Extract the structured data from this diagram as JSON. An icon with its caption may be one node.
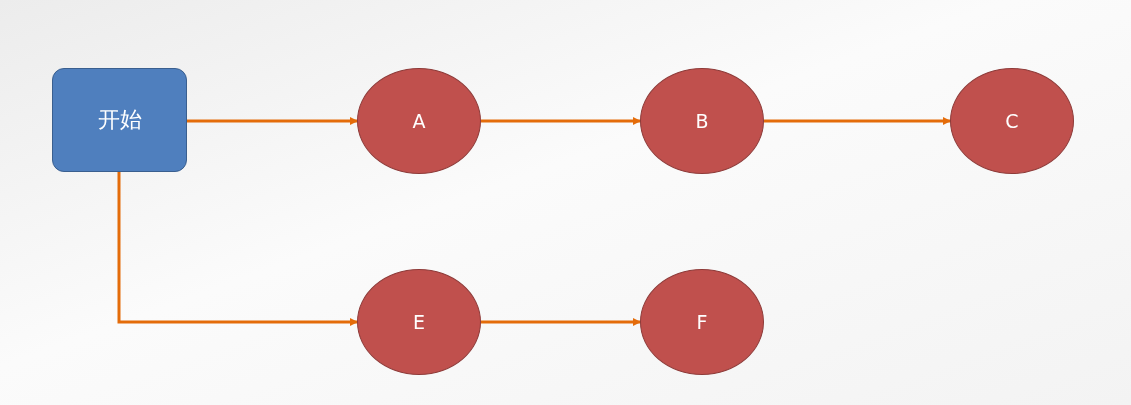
{
  "diagram": {
    "nodes": [
      {
        "text": [
          "开始"
        ]
      },
      {
        "text": [
          "A"
        ]
      },
      {
        "text": [
          "B"
        ]
      },
      {
        "text": [
          "C"
        ]
      },
      {
        "text": [
          "E"
        ]
      },
      {
        "text": [
          "F"
        ]
      }
    ],
    "edges": [
      {
        "from": 0,
        "to": 1,
        "arrow": "to"
      },
      {
        "from": 1,
        "to": 2,
        "arrow": "to"
      },
      {
        "from": 2,
        "to": 3,
        "arrow": "to"
      },
      {
        "from": 0,
        "to": 4,
        "arrow": "to"
      },
      {
        "from": 4,
        "to": 5,
        "arrow": "to"
      }
    ]
  }
}
